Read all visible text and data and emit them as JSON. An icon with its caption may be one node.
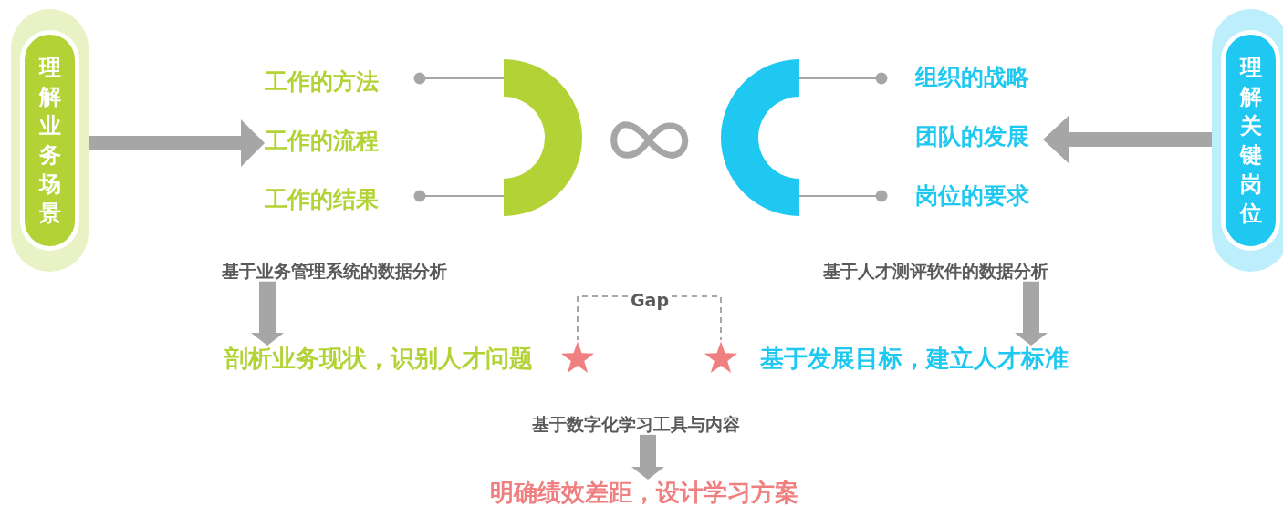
{
  "diagram": {
    "nodes": [
      {
        "text": [
          "理解业务场景"
        ]
      },
      {
        "text": [
          "工作的方法"
        ]
      },
      {
        "text": [
          "工作的流程"
        ]
      },
      {
        "text": [
          "工作的结果"
        ]
      },
      {
        "text": [],
        "shape": "half-ring"
      },
      {
        "text": [],
        "shape": "half-ring"
      },
      {
        "text": [
          "组织的战略"
        ]
      },
      {
        "text": [
          "团队的发展"
        ]
      },
      {
        "text": [
          "岗位的要求"
        ]
      },
      {
        "text": [
          "理解关键岗位"
        ]
      },
      {
        "text": [
          "基于业务管理系统的数据分析"
        ]
      },
      {
        "text": [
          "剖析业务现状，识别人才问题"
        ]
      },
      {
        "text": [
          "基于人才测评软件的数据分析"
        ]
      },
      {
        "text": [
          "基于发展目标，建立人才标准"
        ]
      },
      {
        "text": [],
        "shape": "star"
      },
      {
        "text": [],
        "shape": "star"
      },
      {
        "text": [
          "Gap"
        ]
      },
      {
        "text": [
          "基于数字化学习工具与内容"
        ]
      },
      {
        "text": [
          "明确绩效差距，设计学习方案"
        ]
      }
    ],
    "edges": [
      {
        "from": 0,
        "to": 2,
        "arrow": "to",
        "style": "thick"
      },
      {
        "from": 1,
        "to": 4,
        "arrow": "other"
      },
      {
        "from": 3,
        "to": 4,
        "arrow": "other"
      },
      {
        "from": 6,
        "to": 5,
        "arrow": "other"
      },
      {
        "from": 8,
        "to": 5,
        "arrow": "other"
      },
      {
        "from": 9,
        "to": 7,
        "arrow": "to",
        "style": "thick"
      },
      {
        "from": 10,
        "to": 11,
        "arrow": "to",
        "style": "thick"
      },
      {
        "from": 12,
        "to": 13,
        "arrow": "to",
        "style": "thick"
      },
      {
        "from": 16,
        "to": 14,
        "arrow": "none",
        "style": "dashed"
      },
      {
        "from": 16,
        "to": 15,
        "arrow": "none",
        "style": "dashed"
      },
      {
        "from": 17,
        "to": 18,
        "arrow": "to",
        "style": "thick"
      }
    ]
  }
}
